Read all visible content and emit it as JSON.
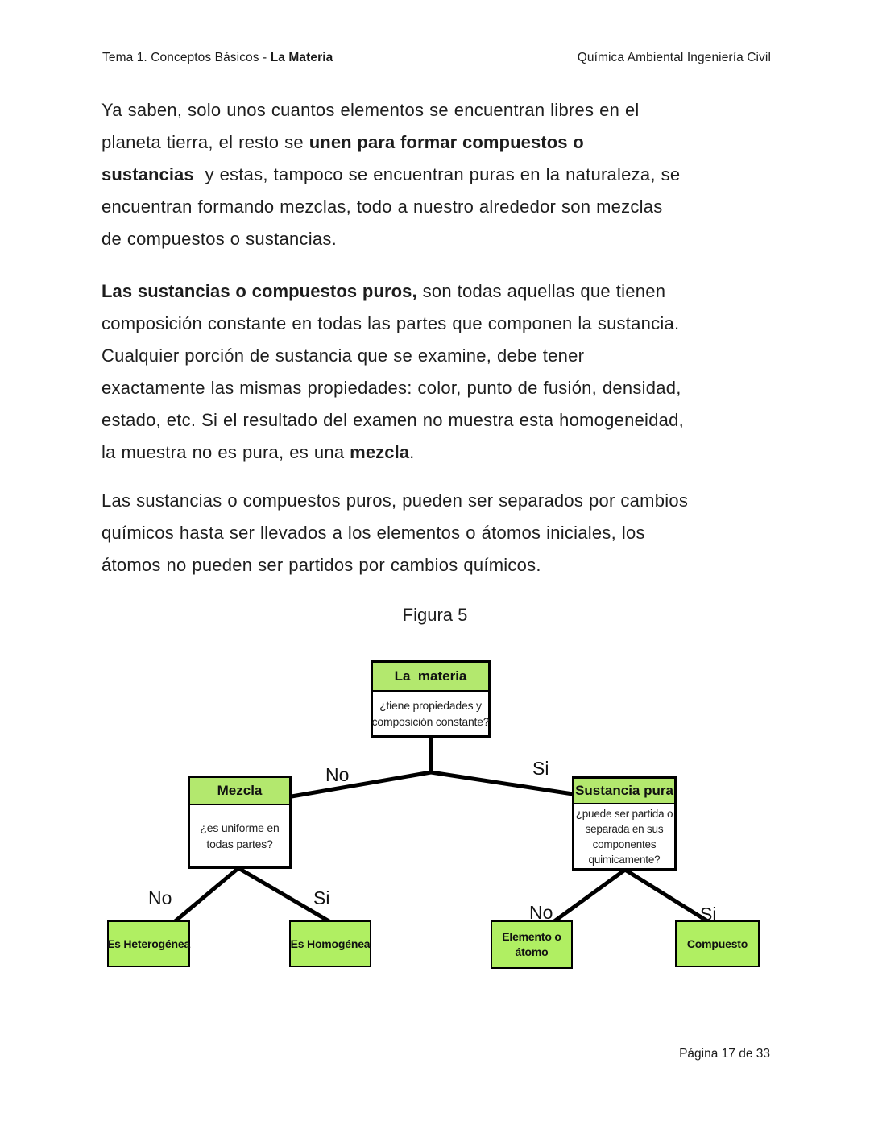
{
  "page": {
    "header": {
      "left_prefix": "Tema 1. Conceptos Básicos - ",
      "left_bold": "La Materia",
      "right": "Química Ambiental Ingeniería Civil"
    },
    "footer": "Página 17 de 33"
  },
  "document": {
    "paragraphs": [
      {
        "lines": [
          [
            {
              "t": "Ya saben, solo unos cuantos elementos se encuentran libres en el"
            }
          ],
          [
            {
              "t": "planeta tierra, el resto se "
            },
            {
              "t": "unen para formar compuestos o",
              "b": true
            }
          ],
          [
            {
              "t": "sustancias",
              "b": true
            },
            {
              "t": "  y estas, tampoco se encuentran puras en la naturaleza, se"
            }
          ],
          [
            {
              "t": "encuentran formando mezclas, todo a nuestro alrededor son mezclas"
            }
          ],
          [
            {
              "t": "de compuestos o sustancias."
            }
          ]
        ]
      },
      {
        "lines": [
          [
            {
              "t": "Las sustancias o compuestos puros,",
              "b": true
            },
            {
              "t": " son todas aquellas que tienen"
            }
          ],
          [
            {
              "t": "composición constante en todas las partes que componen la sustancia."
            }
          ],
          [
            {
              "t": "Cualquier porción de sustancia que se examine, debe tener"
            }
          ],
          [
            {
              "t": "exactamente las mismas propiedades: color, punto de fusión, densidad,"
            }
          ],
          [
            {
              "t": "estado, etc. Si el resultado del examen no muestra esta homogeneidad,"
            }
          ],
          [
            {
              "t": "la muestra no es pura, es una "
            },
            {
              "t": "mezcla",
              "b": true
            },
            {
              "t": "."
            }
          ]
        ]
      },
      {
        "lines": [
          [
            {
              "t": "Las sustancias o compuestos puros, pueden ser separados por cambios"
            }
          ],
          [
            {
              "t": "químicos hasta ser llevados a los elementos o átomos iniciales, los"
            }
          ],
          [
            {
              "t": "átomos no pueden ser partidos por cambios químicos."
            }
          ]
        ]
      }
    ],
    "figure_caption": "Figura 5"
  },
  "diagram": {
    "nodes": {
      "materia": {
        "title": "La  materia",
        "question_lines": [
          "¿tiene propiedades y",
          "composición constante?"
        ]
      },
      "mezcla": {
        "title": "Mezcla",
        "question_lines": [
          "¿es uniforme en",
          "todas partes?"
        ]
      },
      "sustancia_pura": {
        "title": "Sustancia pura",
        "question_lines": [
          "¿puede ser partida o",
          "separada en sus",
          "componentes",
          "quimicamente?"
        ]
      },
      "es_heterogenea": {
        "label_lines": [
          "Es Heterogénea"
        ]
      },
      "es_homogenea": {
        "label_lines": [
          "Es Homogénea"
        ]
      },
      "elemento_o_atomo": {
        "label_lines": [
          "Elemento o",
          "átomo"
        ]
      },
      "compuesto": {
        "label_lines": [
          "Compuesto"
        ]
      }
    },
    "edge_labels": {
      "root_no": "No",
      "root_si": "Si",
      "mezcla_no": "No",
      "mezcla_si": "Si",
      "sustancia_no": "No",
      "sustancia_si": "Si"
    },
    "colors": {
      "header_green": "#b3e86e",
      "leaf_green": "#b0ef62",
      "line_black": "#000000"
    }
  }
}
